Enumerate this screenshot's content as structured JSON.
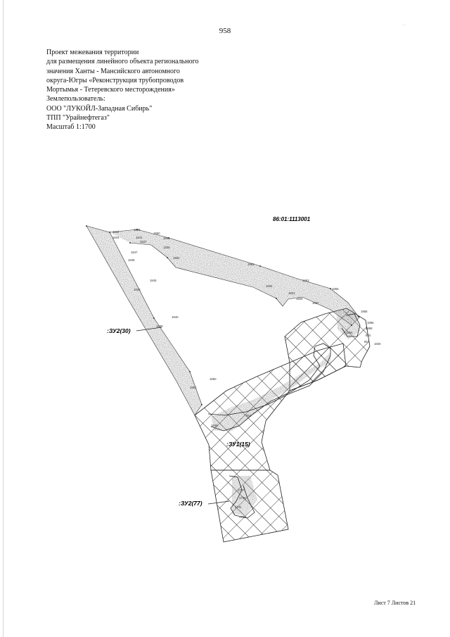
{
  "page": {
    "number": "958",
    "stamp": "...",
    "footer": "Лист 7 Листов 21"
  },
  "header": {
    "lines": [
      "Проект межевания территории",
      "для размещения линейного объекта регионального",
      "значения Ханты - Мансийского автономного",
      "округа-Югры «Реконструкция трубопроводов",
      "Мортымья - Тетеревского месторождения»",
      "Землепользователь:",
      "ООО \"ЛУКОЙЛ-Западная Сибирь\"",
      "ТПП \"Урайнефтегаз\"",
      "Масштаб 1:1700"
    ]
  },
  "map": {
    "cadastral_quarter": "86:01:1113001",
    "zone_labels": {
      "zu2_30": ":ЗУ2(30)",
      "zu1_15": ":ЗУ1(15)",
      "zu2_77": ":ЗУ2(77)"
    },
    "point_labels": {
      "p1": "1842",
      "p2": "1843",
      "p3": "1860",
      "p4": "1841",
      "p5": "1844",
      "p6": "1837",
      "p7": "1861",
      "p8": "1836",
      "p9": "1832",
      "p10": "1847",
      "p11": "1848",
      "p12": "1862",
      "p13": "1845",
      "p14": "1838",
      "p15": "1834",
      "p16": "1863",
      "p17": "1831",
      "p18": "1865",
      "p19": "1829",
      "p20": "1827",
      "p21": "1840",
      "p22": "1839",
      "p23": "1856",
      "p24": "1866",
      "p25": "1868",
      "p26": "1854",
      "p27": "853",
      "p28": "857",
      "p29": "1826",
      "p30": "1850",
      "p31": "1851",
      "p32": "852",
      "p33": "1846",
      "p34": "1737",
      "p35": "1739",
      "p36": "1741",
      "p37": "1733"
    }
  }
}
